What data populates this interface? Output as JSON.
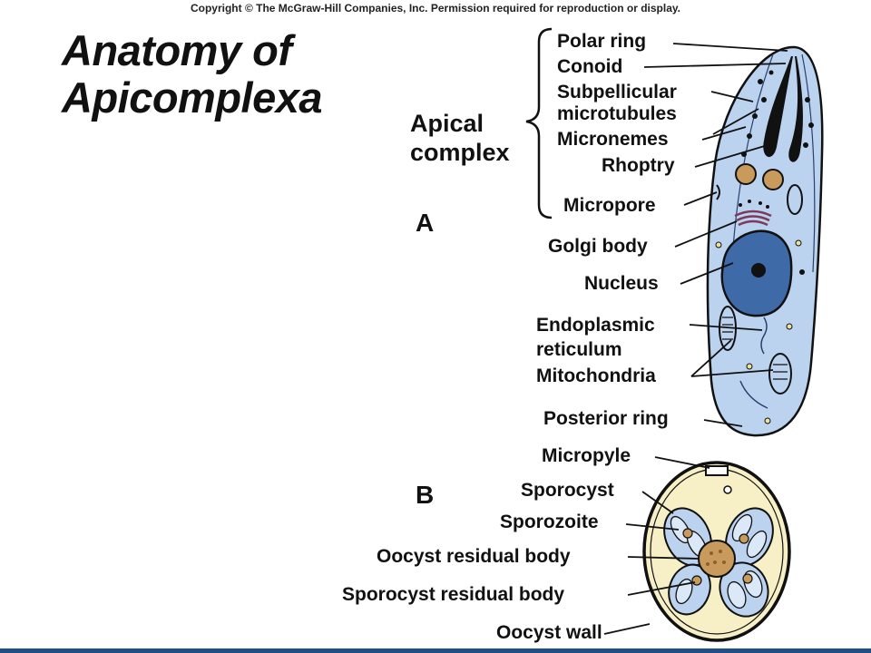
{
  "copyright": "Copyright © The McGraw-Hill Companies, Inc. Permission required for reproduction or display.",
  "title": {
    "line1": "Anatomy of",
    "line2": "Apicomplexa"
  },
  "apical_complex": {
    "line1": "Apical",
    "line2": "complex"
  },
  "panels": {
    "a": "A",
    "b": "B"
  },
  "labels_a": {
    "polar_ring": "Polar ring",
    "conoid": "Conoid",
    "subpellicular_1": "Subpellicular",
    "subpellicular_2": "microtubules",
    "micronemes": "Micronemes",
    "rhoptry": "Rhoptry",
    "micropore": "Micropore",
    "golgi": "Golgi body",
    "nucleus": "Nucleus",
    "er_1": "Endoplasmic",
    "er_2": "reticulum",
    "mitochondria": "Mitochondria",
    "posterior_ring": "Posterior ring"
  },
  "labels_b": {
    "micropyle": "Micropyle",
    "sporocyst": "Sporocyst",
    "sporozoite": "Sporozoite",
    "oocyst_residual": "Oocyst residual body",
    "sporocyst_residual": "Sporocyst residual body",
    "oocyst_wall": "Oocyst wall"
  },
  "colors": {
    "cell_fill": "#bcd3f0",
    "nucleus_fill": "#3f6aa8",
    "oocyst_fill": "#f7efc6",
    "residual_fill": "#c89a5c",
    "line": "#111111",
    "bottom_bar": "#1f4f86"
  }
}
